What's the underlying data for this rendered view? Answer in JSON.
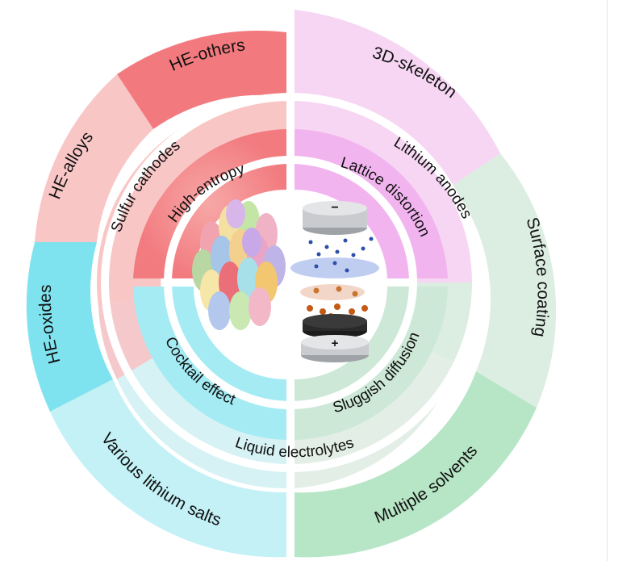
{
  "title": "",
  "colors": {
    "red_strong": "#f27a7e",
    "red_light": "#f9c6c6",
    "red_mid": "#f5a2a3",
    "pink_strong": "#f2b4ef",
    "pink_light": "#f6d6f3",
    "green_light": "#dcede2",
    "green_mid": "#cde8d6",
    "green_strong": "#b7e6c6",
    "cyan_strong": "#7fe3ef",
    "cyan_light": "#c3f1f6",
    "cyan_mid": "#a5ebf3"
  },
  "diagram": {
    "outer_ring": {
      "he_others": "HE-others",
      "he_alloys": "HE-alloys",
      "he_oxides": "HE-oxides",
      "skeleton": "3D-skeleton",
      "surface_coating": "Surface coating",
      "lithium_salts": "Various lithium salts",
      "multiple_solvents": "Multiple solvents"
    },
    "middle_ring": {
      "sulfur_cathodes": "Sulfur cathodes",
      "lithium_anodes": "Lithium anodes",
      "liquid_electrolytes": "Liquid electrolytes"
    },
    "inner_ring": {
      "high_entropy": "High-entropy",
      "lattice_distortion": "Lattice distortion",
      "cocktail_effect": "Cocktail effect",
      "sluggish_diffusion": "Sluggish diffusion"
    },
    "center": {
      "minus_sign": "−",
      "plus_sign": "+"
    }
  }
}
